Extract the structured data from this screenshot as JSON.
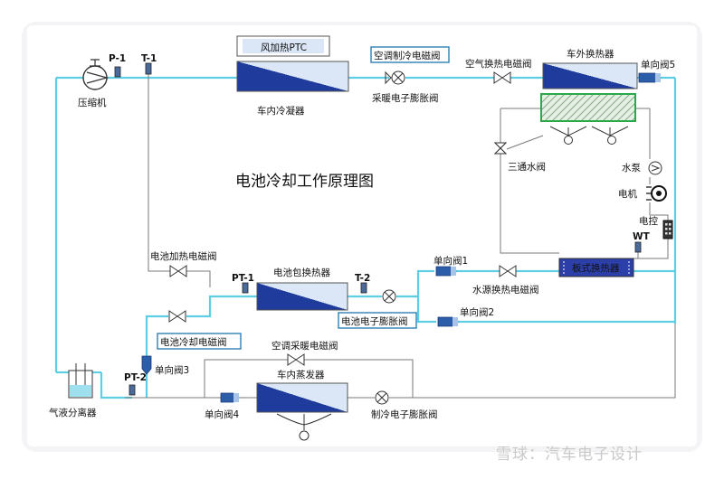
{
  "diagram": {
    "title": "电池冷却工作原理图",
    "labels": {
      "p1": "P-1",
      "t1": "T-1",
      "compressor": "压缩机",
      "ptc": "风加热PTC",
      "cabin_condenser": "车内冷凝器",
      "ac_cool_valve": "空调制冷电磁阀",
      "heat_exv": "采暖电子膨胀阀",
      "air_hx_valve": "空气换热电磁阀",
      "outer_hx": "车外换热器",
      "check5": "单向阀5",
      "three_way": "三通水阀",
      "pump": "水泵",
      "motor": "电机",
      "controller": "电控",
      "wt": "WT",
      "plate_hx": "板式换热器",
      "batt_heat_valve": "电池加热电磁阀",
      "pt1": "PT-1",
      "batt_pack_hx": "电池包换热器",
      "t2": "T-2",
      "check1": "单向阀1",
      "water_hx_valve": "水源换热电磁阀",
      "batt_exv": "电池电子膨胀阀",
      "check2": "单向阀2",
      "batt_cool_valve": "电池冷却电磁阀",
      "ac_heat_valve": "空调采暖电磁阀",
      "pt2": "PT-2",
      "check3": "单向阀3",
      "cabin_evap": "车内蒸发器",
      "gas_liquid_sep": "气液分离器",
      "check4": "单向阀4",
      "cool_exv": "制冷电子膨胀阀"
    },
    "colors": {
      "refrigerant_line": "#5fcde4",
      "coolant_line": "#b9d4e3",
      "hx_dark": "#1f3c9c",
      "hx_light": "#d9e6f5",
      "box_border": "#2f7fb5"
    }
  },
  "watermark": "雪球：汽车电子设计"
}
